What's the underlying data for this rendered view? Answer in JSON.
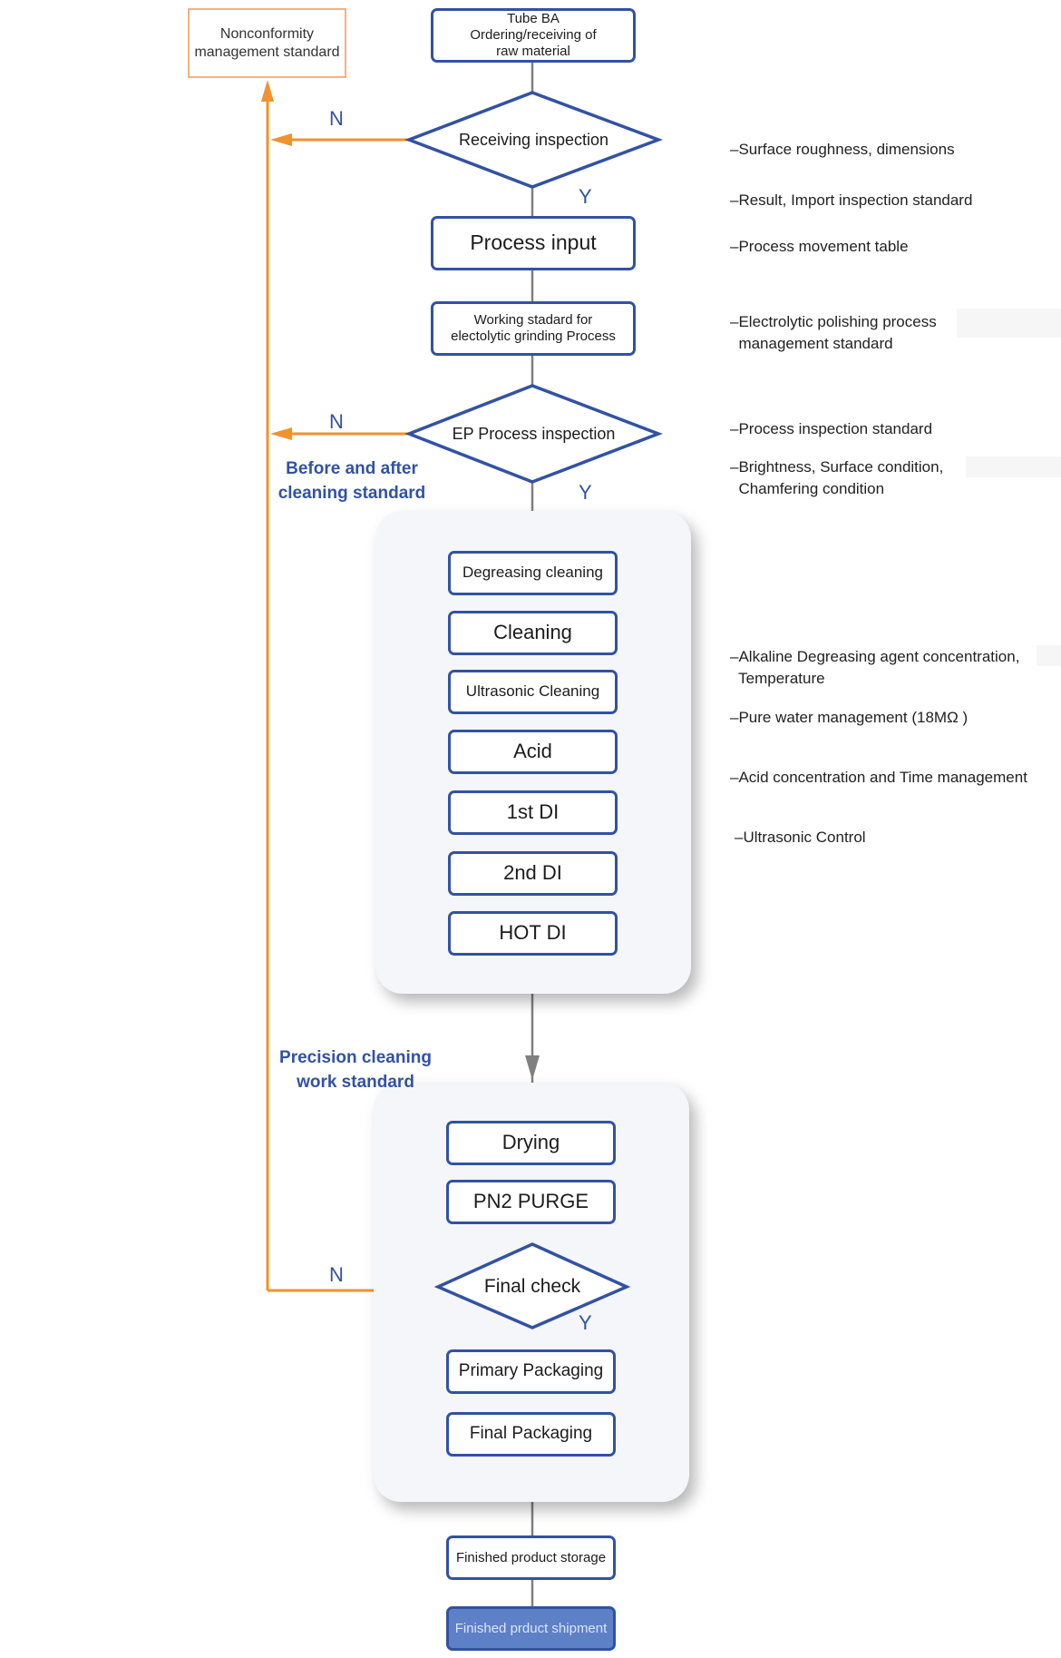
{
  "nodes": {
    "tube": "Tube BA\nOrdering/receiving of\nraw material",
    "nonconformity": "Nonconformity\nmanagement standard",
    "receiving": "Receiving inspection",
    "process_input": "Process input",
    "working": "Working stadard for\nelectolytic grinding Process",
    "ep": "EP Process inspection",
    "degreasing": "Degreasing cleaning",
    "cleaning": "Cleaning",
    "ultrasonic": "Ultrasonic Cleaning",
    "acid": "Acid",
    "di1": "1st DI",
    "di2": "2nd DI",
    "hotdi": "HOT DI",
    "drying": "Drying",
    "pn2": "PN2 PURGE",
    "final_check": "Final check",
    "primary": "Primary Packaging",
    "final_pack": "Final Packaging",
    "storage": "Finished product storage",
    "shipment": "Finished prduct shipment"
  },
  "branches": {
    "yes": "Y",
    "no": "N"
  },
  "side_labels": {
    "before_after": "Before and after\ncleaning standard",
    "precision": "Precision cleaning\nwork standard"
  },
  "notes": {
    "n1": "–Surface roughness, dimensions",
    "n2": "–Result, Import inspection standard",
    "n3": "–Process movement table",
    "n4": "–Electrolytic polishing process\n  management standard",
    "n5": "–Process inspection standard",
    "n6": "–Brightness, Surface condition,\n  Chamfering condition",
    "n7": "–Alkaline Degreasing agent concentration,\n  Temperature",
    "n8": "–Pure water management (18MΩ )",
    "n9": "–Acid concentration and Time management",
    "n10": "–Ultrasonic Control"
  },
  "colors": {
    "blue": "#3252a2",
    "orange": "#f0922e",
    "connector": "#808080",
    "shipment_fill": "#5d80c6"
  }
}
